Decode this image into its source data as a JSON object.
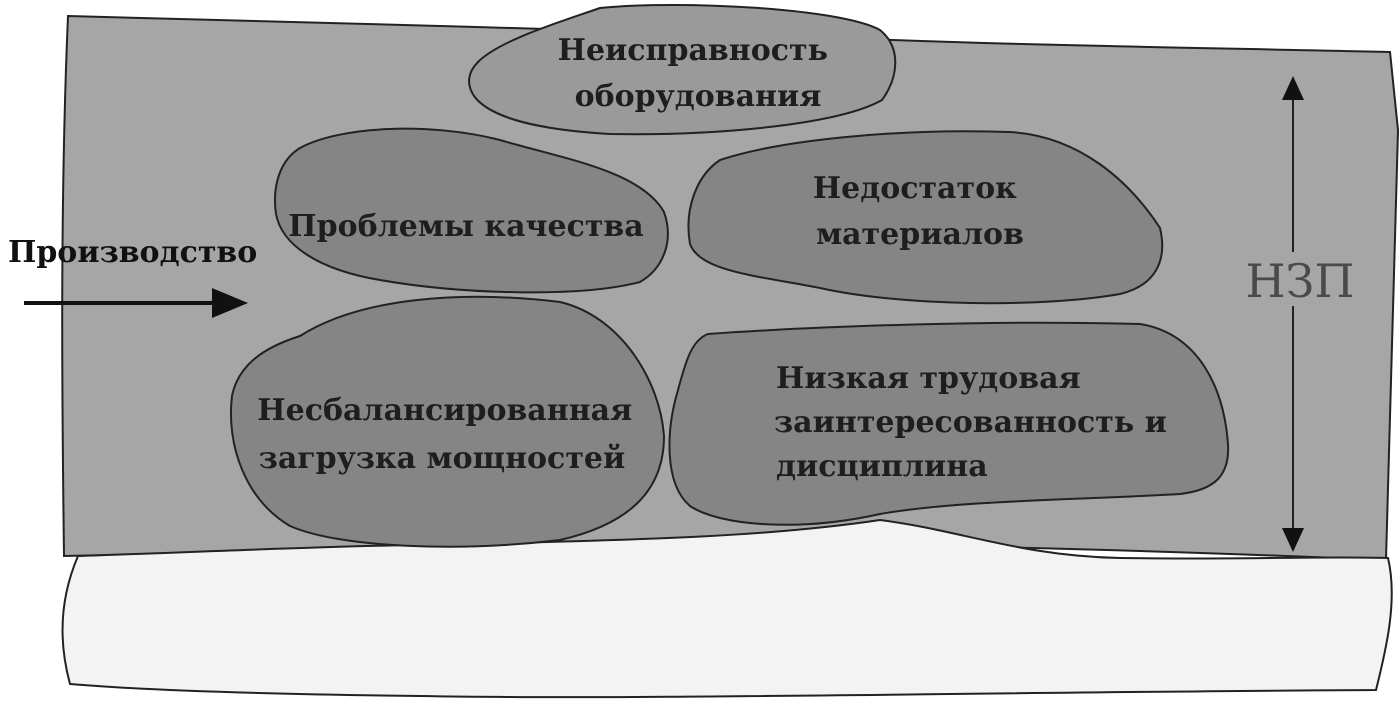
{
  "production_label": "Производство",
  "wip_label": "НЗП",
  "obstacles": {
    "equipment": [
      "Неисправность",
      "оборудования"
    ],
    "quality": [
      "Проблемы качества"
    ],
    "materials": [
      "Недостаток",
      "материалов"
    ],
    "capacity": [
      "Несбалансированная",
      "загрузка мощностей"
    ],
    "labor": [
      "Низкая трудовая",
      "заинтересованность и",
      "дисциплина"
    ]
  },
  "colors": {
    "water": "#a6a6a6",
    "rock": "#858585",
    "rock_light": "#9a9a9a",
    "seabed": "#f3f3f3",
    "outline": "#222222"
  }
}
